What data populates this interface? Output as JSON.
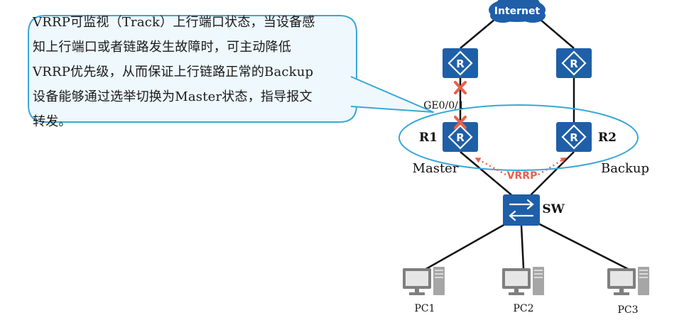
{
  "callout": {
    "lines": [
      "VRRP可监视（Track）上行端口状态，当设备感",
      "知上行端口或者链路发生故障时，可主动降低",
      "VRRP优先级，从而保证上行链路正常的Backup",
      "设备能够通过选举切换为Master状态，指导报文",
      "转发。"
    ]
  },
  "diagram": {
    "internet_label": "Internet",
    "port_label": "GE0/0/1",
    "r1_label": "R1",
    "r2_label": "R2",
    "r1_role": "Master",
    "r2_role": "Backup",
    "vrrp_label": "VRRP",
    "switch_label": "SW",
    "pc_labels": [
      "PC1",
      "PC2",
      "PC3"
    ],
    "router_glyph": "R"
  },
  "colors": {
    "device_blue": "#1f5fa8",
    "callout_border": "#3aa7d8",
    "callout_fill": "#eef8fd",
    "failure_red": "#e8604c",
    "vrrp_arrow": "#e8604c",
    "link_black": "#111111",
    "pc_gray": "#808080"
  }
}
